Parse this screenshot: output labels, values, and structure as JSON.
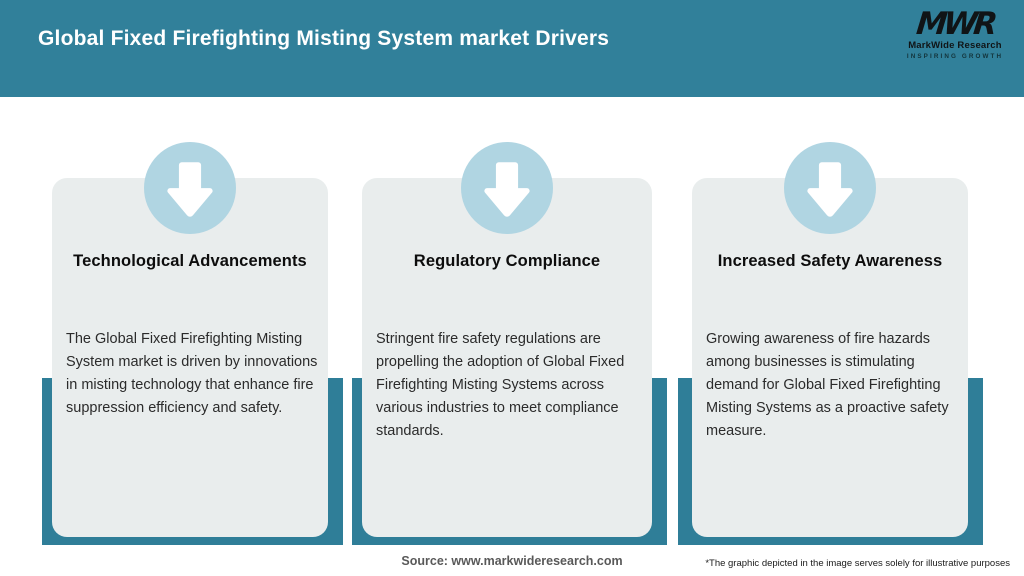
{
  "header": {
    "title": "Global Fixed Firefighting Misting System market Drivers",
    "logo": {
      "monogram": "MWR",
      "name": "MarkWide Research",
      "tagline": "INSPIRING GROWTH"
    }
  },
  "cards": [
    {
      "icon": "down-arrow-icon",
      "title": "Technological Advancements",
      "body": "The Global Fixed Firefighting Misting System market is driven by innovations in misting technology that enhance fire suppression efficiency and safety."
    },
    {
      "icon": "down-arrow-icon",
      "title": "Regulatory Compliance",
      "body": "Stringent fire safety regulations are propelling the adoption of Global Fixed Firefighting Misting Systems across various industries to meet compliance standards."
    },
    {
      "icon": "down-arrow-icon",
      "title": "Increased Safety Awareness",
      "body": "Growing awareness of fire hazards among businesses is stimulating demand for Global Fixed Firefighting Misting Systems as a proactive safety measure."
    }
  ],
  "footer": {
    "source": "Source: www.markwideresearch.com",
    "disclaimer": "*The graphic depicted in the image serves solely for illustrative purposes"
  },
  "colors": {
    "header_bg": "#31809a",
    "bar": "#2f7e98",
    "card_bg": "#e9eded",
    "circle": "#b0d5e2",
    "arrow": "#ffffff"
  }
}
